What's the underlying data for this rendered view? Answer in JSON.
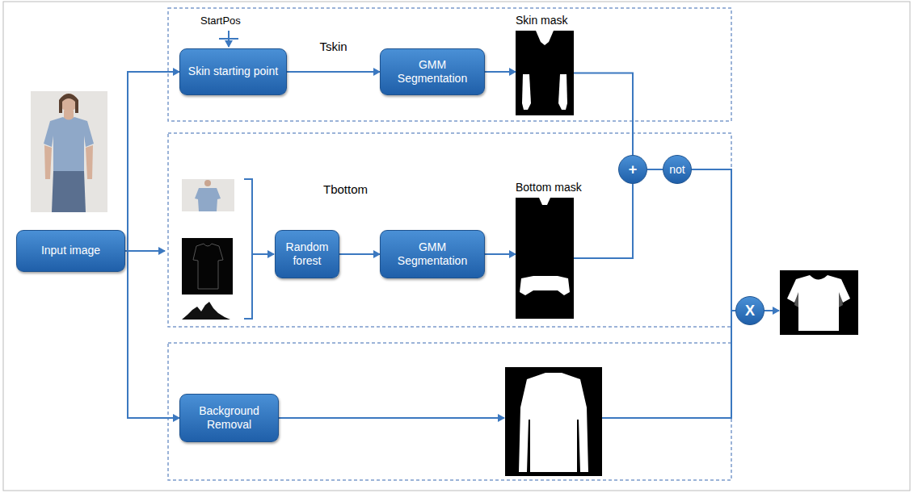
{
  "diagram": {
    "nodes": [
      {
        "text": [
          "Input image"
        ]
      },
      {
        "text": [
          "Skin starting point"
        ]
      },
      {
        "text": [
          "GMM Segmentation"
        ]
      },
      {
        "text": [
          "Skin mask"
        ]
      },
      {
        "text": [
          "Random forest"
        ]
      },
      {
        "text": [
          "GMM Segmentation"
        ]
      },
      {
        "text": [
          "Bottom mask"
        ]
      },
      {
        "text": [
          "Background Removal"
        ]
      },
      {
        "text": [
          "+"
        ]
      },
      {
        "text": [
          "not"
        ]
      },
      {
        "text": [
          "X"
        ]
      }
    ],
    "edges": [
      {
        "from": 0,
        "to": 1,
        "arrow": "to"
      },
      {
        "from": 0,
        "to": 7,
        "arrow": "to"
      },
      {
        "from": 1,
        "to": 2,
        "arrow": "to",
        "label": "Tskin"
      },
      {
        "from": 2,
        "to": 3,
        "arrow": "to"
      },
      {
        "from": 4,
        "to": 5,
        "arrow": "to"
      },
      {
        "from": 5,
        "to": 6,
        "arrow": "to"
      },
      {
        "from": 3,
        "to": 8,
        "arrow": "none"
      },
      {
        "from": 6,
        "to": 8,
        "arrow": "none"
      },
      {
        "from": 8,
        "to": 9,
        "arrow": "none"
      },
      {
        "from": 9,
        "to": 10,
        "arrow": "none"
      }
    ],
    "labels": [
      "StartPos",
      "Tbottom"
    ]
  }
}
